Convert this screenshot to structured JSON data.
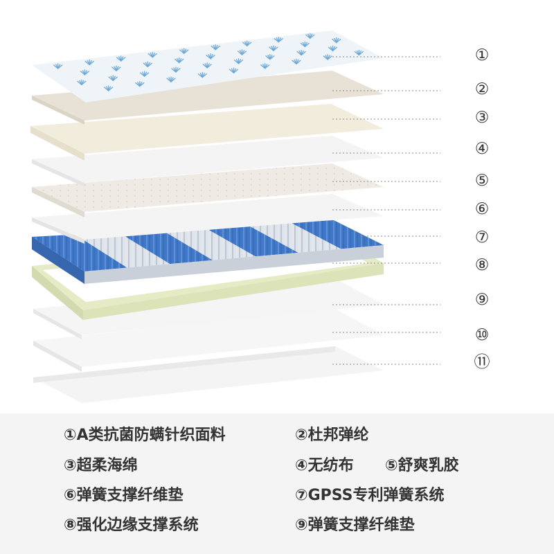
{
  "layers": [
    {
      "marker": "①",
      "name": "A类抗菌防螨针织面料"
    },
    {
      "marker": "②",
      "name": "杜邦弹纶"
    },
    {
      "marker": "③",
      "name": "超柔海绵"
    },
    {
      "marker": "④",
      "name": "无纺布"
    },
    {
      "marker": "⑤",
      "name": "舒爽乳胶"
    },
    {
      "marker": "⑥",
      "name": "弹簧支撑纤维垫"
    },
    {
      "marker": "⑦",
      "name": "GPSS专利弹簧系统"
    },
    {
      "marker": "⑧",
      "name": "强化边缘支撑系统"
    },
    {
      "marker": "⑨",
      "name": "弹簧支撑纤维垫"
    },
    {
      "marker": "⑩",
      "name": ""
    },
    {
      "marker": "⑪",
      "name": ""
    }
  ],
  "legend": [
    "①A类抗菌防螨针织面料",
    "②杜邦弹纶",
    "③超柔海绵",
    "④无纺布",
    "⑤舒爽乳胶",
    "⑥弹簧支撑纤维垫",
    "⑦GPSS专利弹簧系统",
    "⑧强化边缘支撑系统",
    "⑨弹簧支撑纤维垫"
  ],
  "colors": {
    "fabric": "#eef4f8",
    "fabric_pattern": "#6fa8d6",
    "dupont": "#e7e1d6",
    "sponge": "#f2ecdc",
    "white_layer": "#f6f6f6",
    "latex": "#efebe4",
    "spring_blue": "#3f78c8",
    "spring_white": "#dfe4ea",
    "edge_support": "#e6ebc6",
    "legend_bg": "#f4f4f4",
    "leader_line": "#888888"
  },
  "icons": [
    "dotted-leader-line"
  ]
}
